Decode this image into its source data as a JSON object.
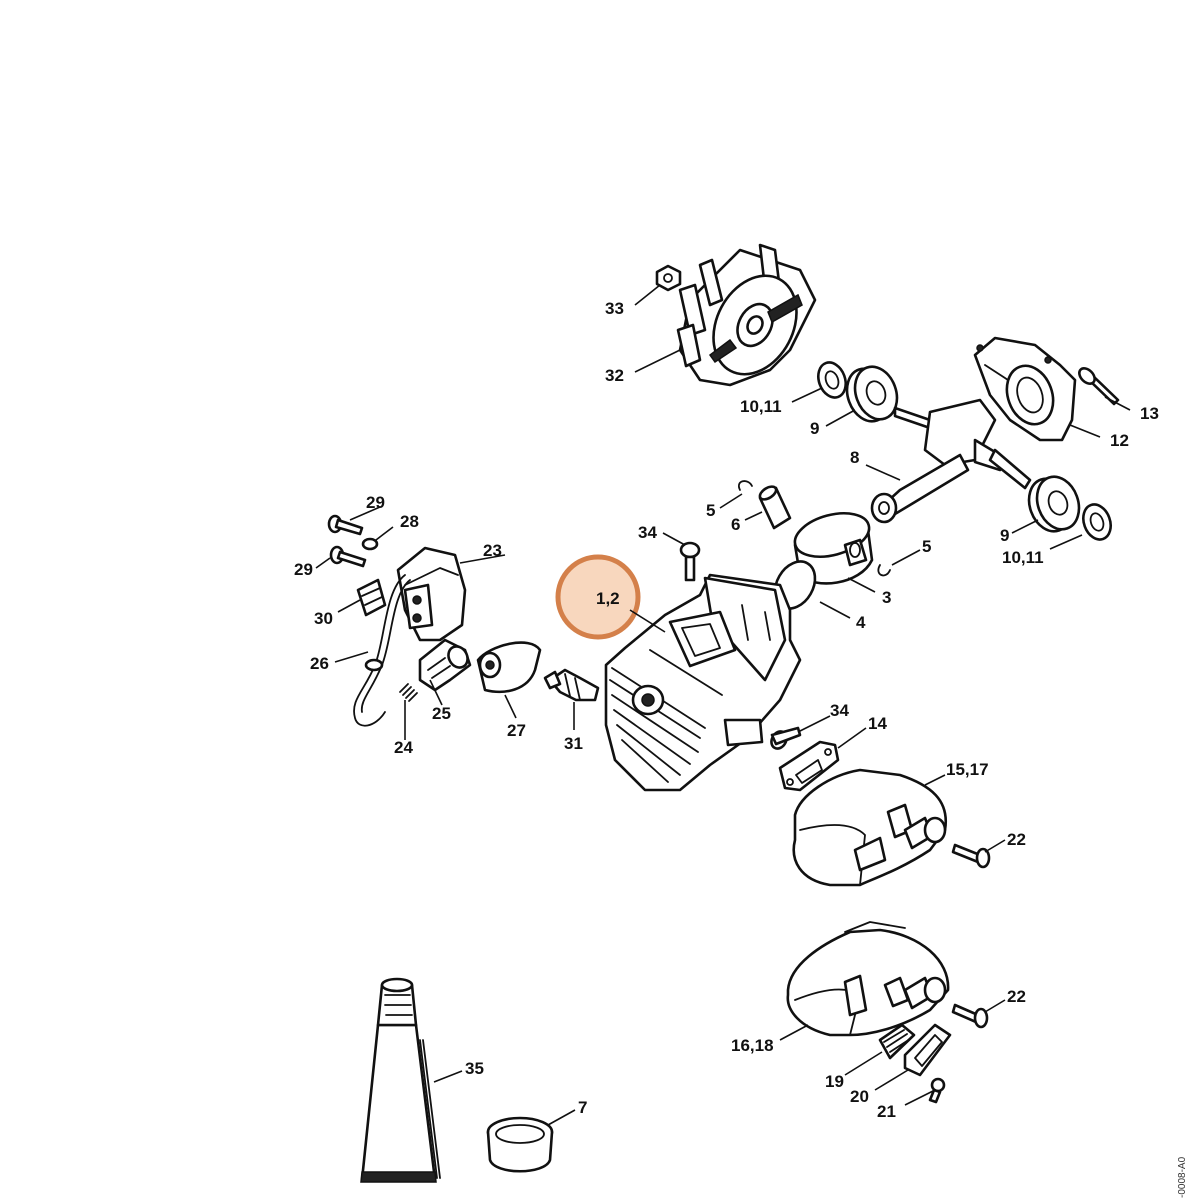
{
  "highlight": {
    "label": "1,2",
    "color": "#d4804a",
    "fill": "#f6c9a8"
  },
  "callouts": {
    "c33": "33",
    "c32": "32",
    "c10_11_top": "10,11",
    "c9_top": "9",
    "c13": "13",
    "c12": "12",
    "c8": "8",
    "c29_top": "29",
    "c28": "28",
    "c5_top": "5",
    "c6": "6",
    "c34_top": "34",
    "c23": "23",
    "c5_right": "5",
    "c9_right": "9",
    "c10_11_right": "10,11",
    "c29_mid": "29",
    "c3": "3",
    "c30": "30",
    "c4": "4",
    "c26": "26",
    "c25": "25",
    "c27": "27",
    "c31": "31",
    "c24": "24",
    "c34_mid": "34",
    "c14": "14",
    "c15_17": "15,17",
    "c22_top": "22",
    "c22_bottom": "22",
    "c16_18": "16,18",
    "c35": "35",
    "c19": "19",
    "c20": "20",
    "c7": "7",
    "c21": "21"
  },
  "doc_code": "-0008-A0"
}
